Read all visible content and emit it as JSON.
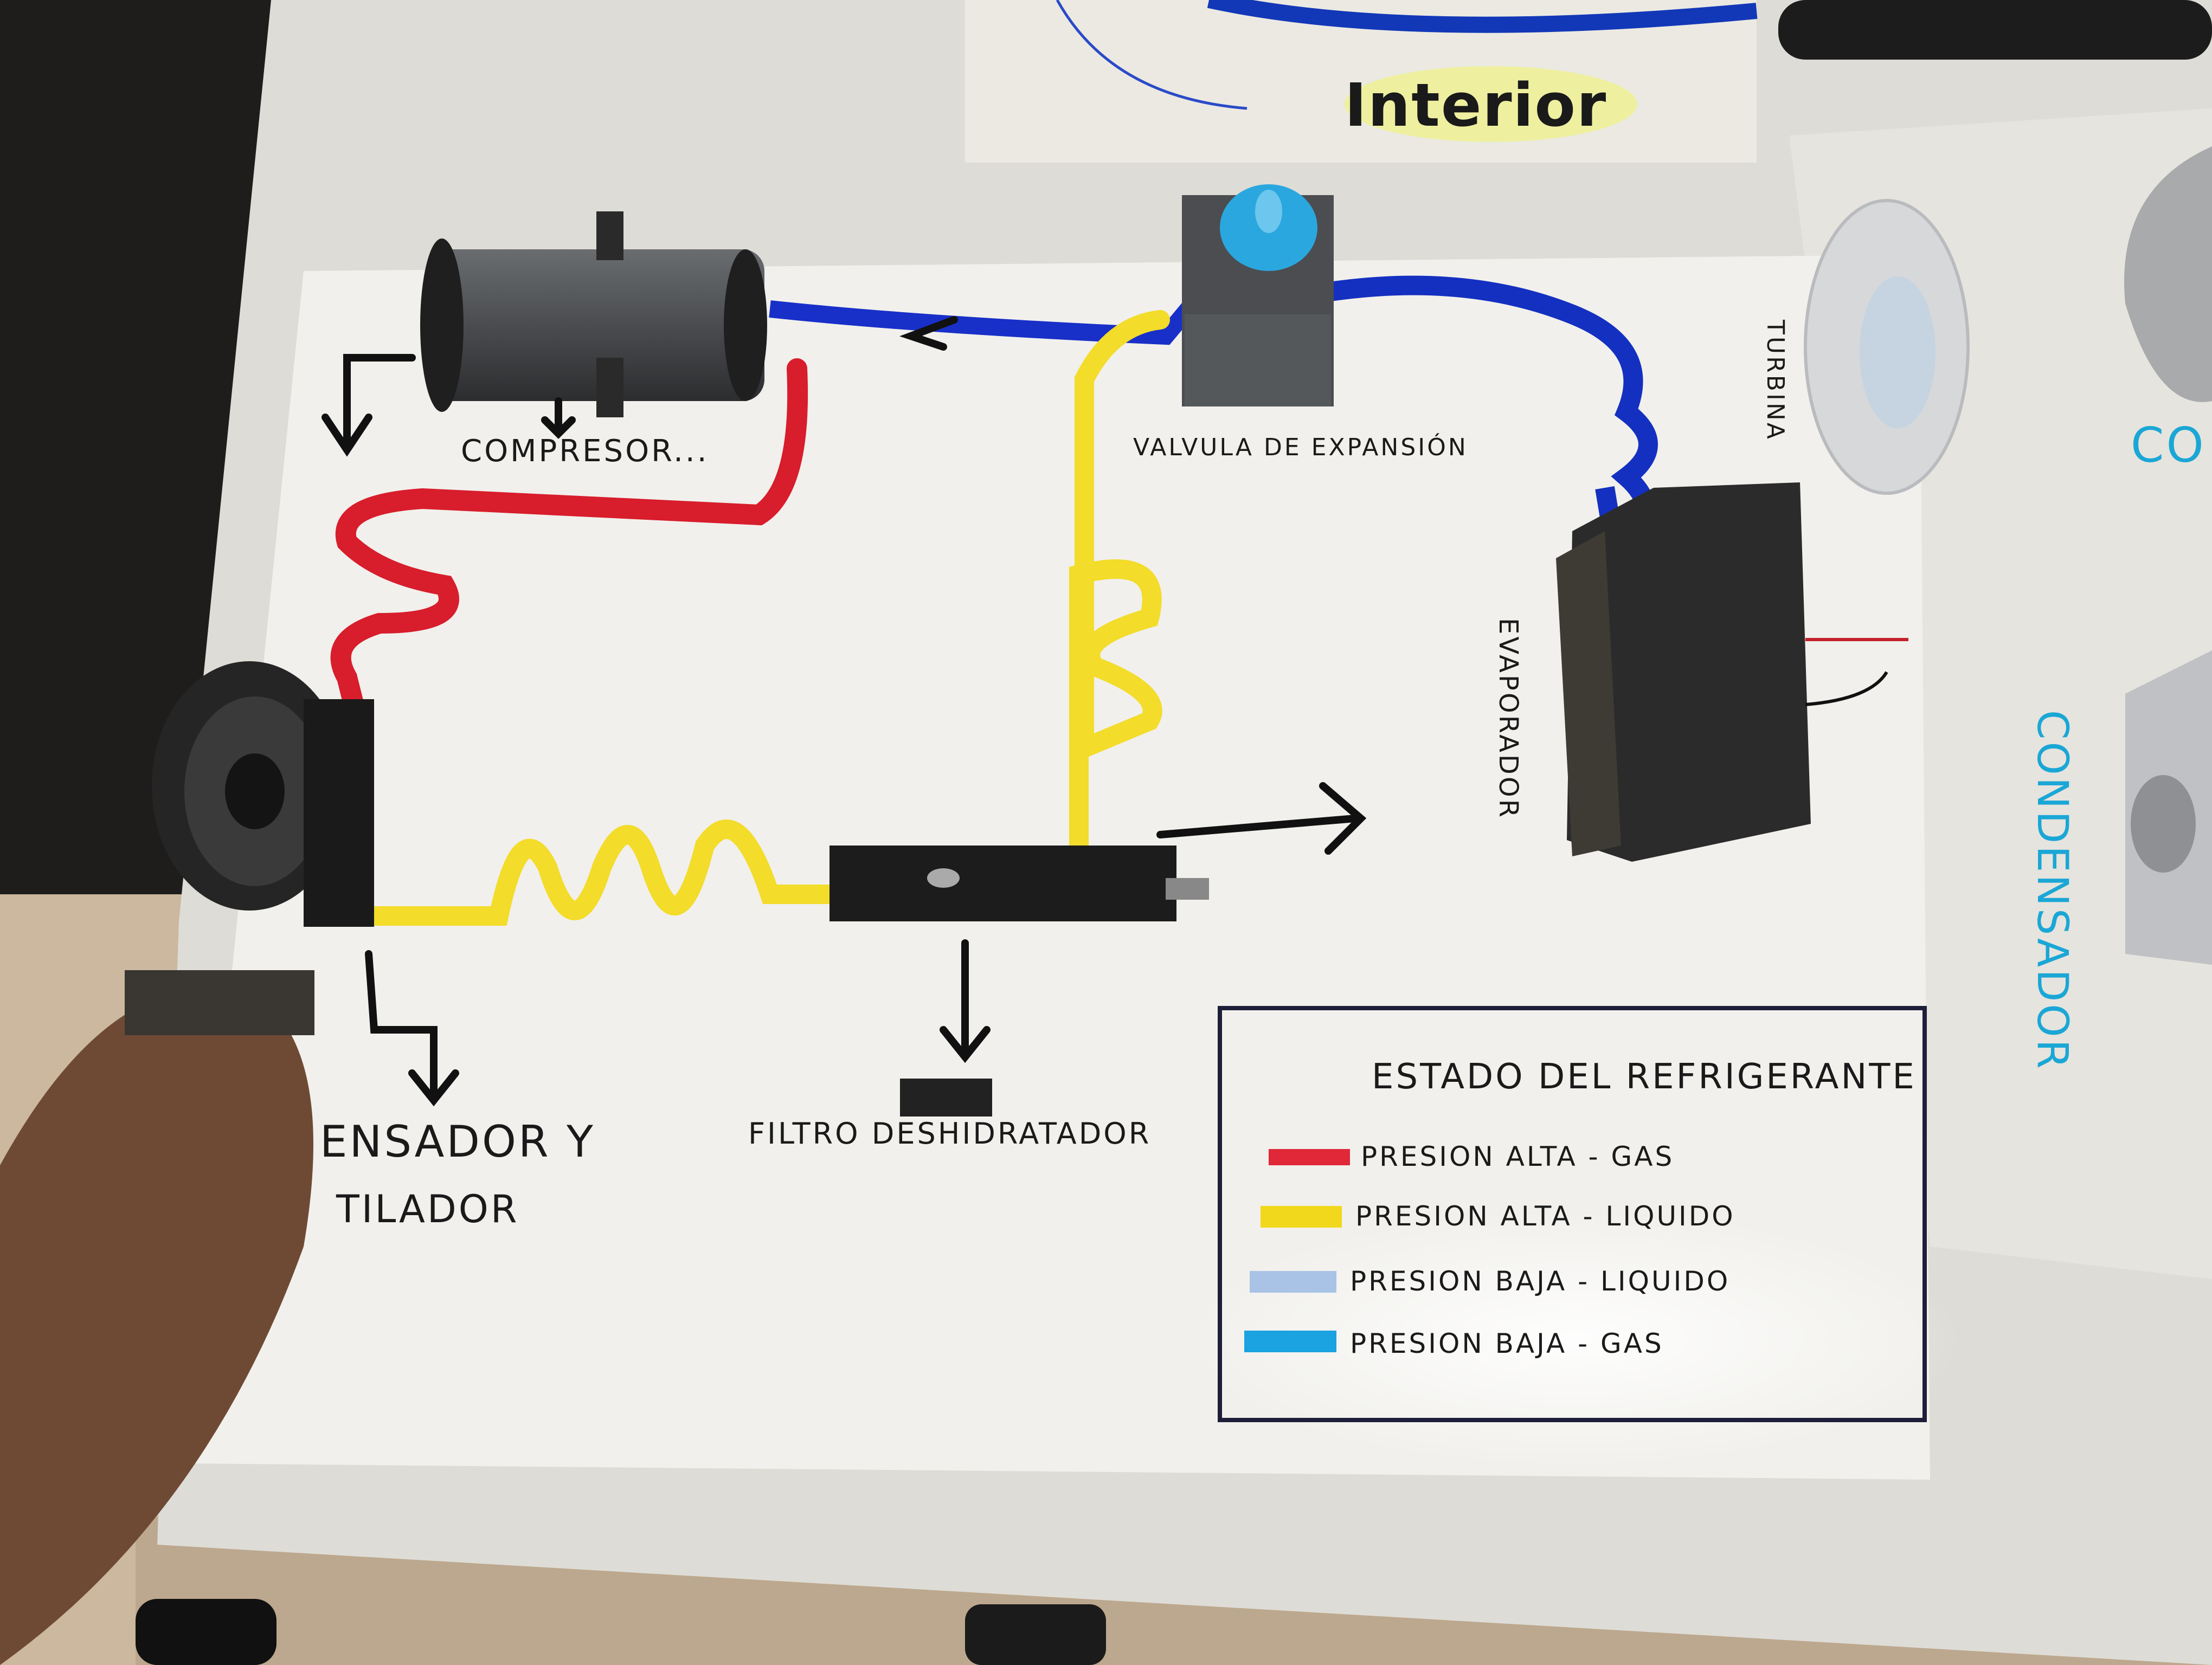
{
  "labels": {
    "interior": "Interior",
    "compresor": "COMPRESOR...",
    "valvula": "VALVULA DE EXPANSIÓN",
    "turbina": "TURBINA",
    "evaporador": "EVAPORADOR",
    "condensador_right": "CONDENSADOR",
    "co_partial": "CO",
    "condensador_left_line1": "ENSADOR Y",
    "condensador_left_line2": "TILADOR",
    "filtro": "FILTRO DESHIDRATADOR"
  },
  "legend": {
    "title": "ESTADO DEL REFRIGERANTE",
    "items": [
      {
        "label": "PRESION ALTA - GAS",
        "color": "#e02838"
      },
      {
        "label": "PRESION ALTA - LIQUIDO",
        "color": "#f2d81c"
      },
      {
        "label": "PRESION BAJA - LIQUIDO",
        "color": "#a9c3e6"
      },
      {
        "label": "PRESION BAJA - GAS",
        "color": "#1aa3e0"
      }
    ]
  },
  "pipe_colors": {
    "high_gas": "#d81d2c",
    "high_liquid": "#f3dc2a",
    "low_gas": "#1430c0"
  },
  "icons": [
    "compressor-icon",
    "fan-icon",
    "filter-drier-icon",
    "expansion-valve-icon",
    "evaporator-box-icon",
    "heatsink-icon",
    "arrow-icon"
  ]
}
